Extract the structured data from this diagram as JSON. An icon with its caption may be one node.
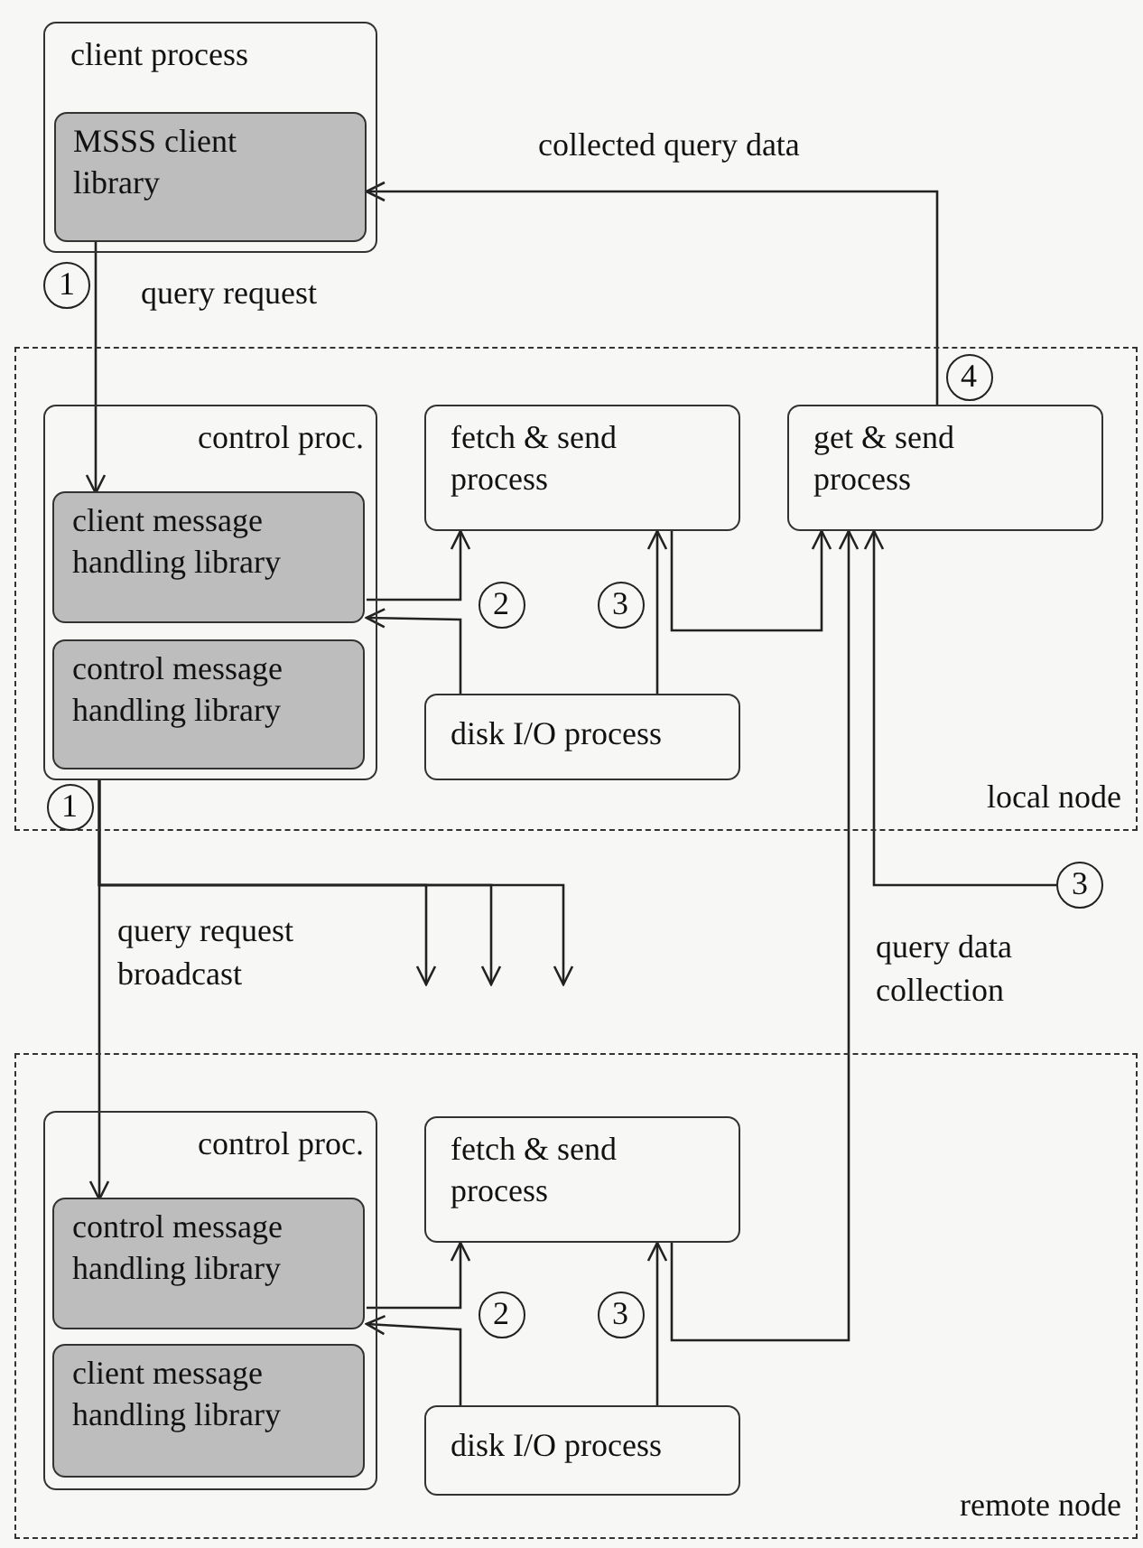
{
  "diagram": {
    "nodes": [
      {
        "text": [
          "client process"
        ]
      },
      {
        "text": [
          "MSSS client library"
        ],
        "in": 0
      },
      {
        "text": [
          "local node"
        ]
      },
      {
        "text": [
          "control proc."
        ],
        "in": 2
      },
      {
        "text": [
          "client message handling library"
        ],
        "in": 3
      },
      {
        "text": [
          "control message handling library"
        ],
        "in": 3
      },
      {
        "text": [
          "fetch & send process"
        ],
        "in": 2
      },
      {
        "text": [
          "get & send process"
        ],
        "in": 2
      },
      {
        "text": [
          "disk I/O process"
        ],
        "in": 2
      },
      {
        "text": [
          "remote node"
        ]
      },
      {
        "text": [
          "control proc."
        ],
        "in": 9
      },
      {
        "text": [
          "control message handling library"
        ],
        "in": 10
      },
      {
        "text": [
          "client message handling library"
        ],
        "in": 10
      },
      {
        "text": [
          "fetch & send process"
        ],
        "in": 9
      },
      {
        "text": [
          "disk I/O process"
        ],
        "in": 9
      },
      {
        "text": [
          "3"
        ]
      },
      {
        "text": [
          "1"
        ]
      },
      {
        "text": [
          "4"
        ],
        "in": 2
      },
      {
        "text": [
          "2"
        ],
        "in": 2
      },
      {
        "text": [
          "3"
        ],
        "in": 2
      },
      {
        "text": [
          "1"
        ],
        "in": 2
      },
      {
        "text": [
          "2"
        ],
        "in": 9
      },
      {
        "text": [
          "3"
        ],
        "in": 9
      }
    ],
    "edges": [
      {
        "from": 1,
        "to": 4,
        "arrow": "to",
        "label": "query request"
      },
      {
        "from": 7,
        "to": 1,
        "arrow": "to",
        "label": "collected query data"
      },
      {
        "from": 4,
        "to": 6,
        "arrow": "to"
      },
      {
        "from": 8,
        "to": 4,
        "arrow": "to"
      },
      {
        "from": 8,
        "to": 6,
        "arrow": "to"
      },
      {
        "from": 6,
        "to": 7,
        "arrow": "to"
      },
      {
        "from": 13,
        "to": 7,
        "arrow": "to",
        "label": "query data collection"
      },
      {
        "from": 15,
        "to": 7,
        "arrow": "to"
      },
      {
        "from": 3,
        "to": 11,
        "arrow": "to",
        "label": "query request broadcast"
      },
      {
        "from": 3,
        "to": null,
        "arrow": "to"
      },
      {
        "from": 3,
        "to": null,
        "arrow": "to"
      },
      {
        "from": 3,
        "to": null,
        "arrow": "to"
      },
      {
        "from": 11,
        "to": 13,
        "arrow": "to"
      },
      {
        "from": 14,
        "to": 11,
        "arrow": "to"
      },
      {
        "from": 14,
        "to": 13,
        "arrow": "to"
      }
    ]
  }
}
